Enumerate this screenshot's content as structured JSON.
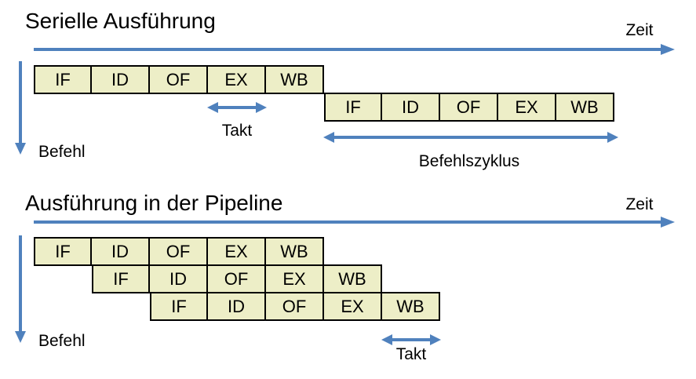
{
  "colors": {
    "box_fill": "#EDEEC7",
    "box_border": "#000000",
    "arrow": "#4F81BD",
    "text": "#000000"
  },
  "serial": {
    "title": "Serielle Ausführung",
    "zeit_label": "Zeit",
    "befehl_label": "Befehl",
    "takt_label": "Takt",
    "befehlszyklus_label": "Befehlszyklus",
    "rows": [
      {
        "stages": [
          "IF",
          "ID",
          "OF",
          "EX",
          "WB"
        ]
      },
      {
        "stages": [
          "IF",
          "ID",
          "OF",
          "EX",
          "WB"
        ]
      }
    ]
  },
  "pipeline": {
    "title": "Ausführung in der Pipeline",
    "zeit_label": "Zeit",
    "befehl_label": "Befehl",
    "takt_label": "Takt",
    "rows": [
      {
        "stages": [
          "IF",
          "ID",
          "OF",
          "EX",
          "WB"
        ]
      },
      {
        "stages": [
          "IF",
          "ID",
          "OF",
          "EX",
          "WB"
        ]
      },
      {
        "stages": [
          "IF",
          "ID",
          "OF",
          "EX",
          "WB"
        ]
      }
    ]
  }
}
